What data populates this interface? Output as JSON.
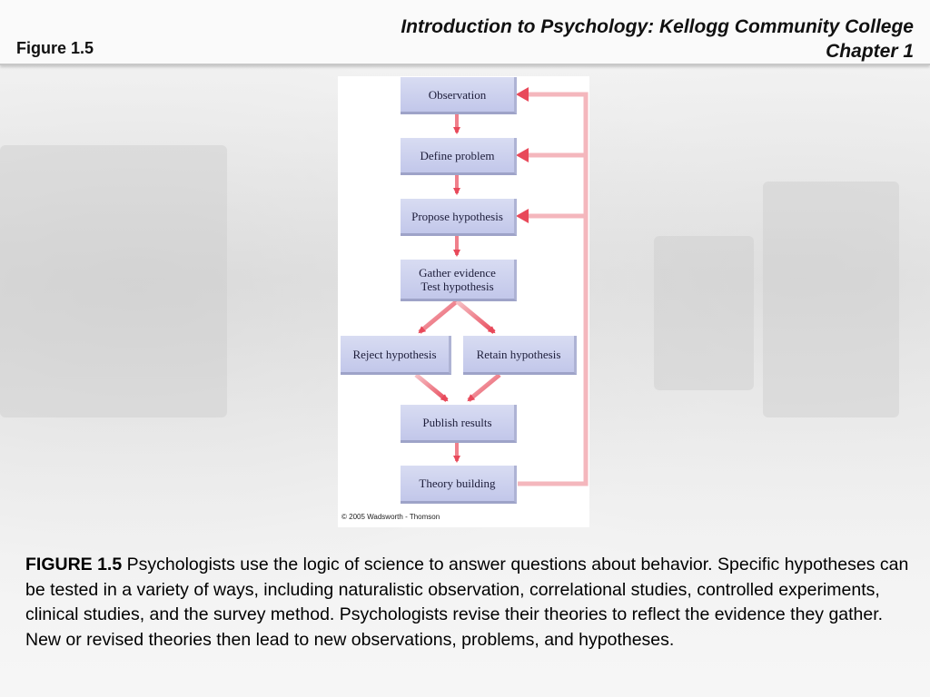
{
  "header": {
    "figure_label": "Figure 1.5",
    "course_title": "Introduction to Psychology: Kellogg Community College",
    "chapter": "Chapter 1"
  },
  "diagram": {
    "nodes": {
      "observation": "Observation",
      "define_problem": "Define problem",
      "propose_hypothesis": "Propose hypothesis",
      "gather_line1": "Gather evidence",
      "gather_line2": "Test hypothesis",
      "reject": "Reject hypothesis",
      "retain": "Retain hypothesis",
      "publish": "Publish results",
      "theory": "Theory building"
    },
    "copyright": "© 2005 Wadsworth - Thomson",
    "colors": {
      "node_fill": "#c8cceb",
      "arrow": "#e8495a",
      "feedback_line": "#f4b7bd"
    }
  },
  "caption": {
    "lead": "FIGURE 1.5",
    "text": " Psychologists use the logic of science to answer questions about behavior. Specific hypotheses can be tested in a variety of ways, including naturalistic observation, correlational studies, controlled experiments, clinical studies, and the survey method. Psychologists revise their theories to reflect the evidence they gather. New or revised theories then lead to new observations, problems, and hypotheses."
  }
}
